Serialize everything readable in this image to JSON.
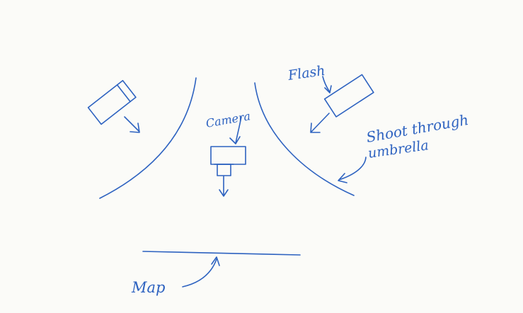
{
  "colors": {
    "paper": "#fbfbf8",
    "ink": "#2d62c0"
  },
  "labels": {
    "flash": "Flash",
    "camera": "Camera",
    "umbrella_line1": "Shoot through",
    "umbrella_line2": "umbrella",
    "map": "Map"
  },
  "shapes": {
    "left_flash": "rectangle-icon",
    "right_flash": "rectangle-icon",
    "camera": "camera-icon",
    "arrows": "arrow-icon"
  }
}
